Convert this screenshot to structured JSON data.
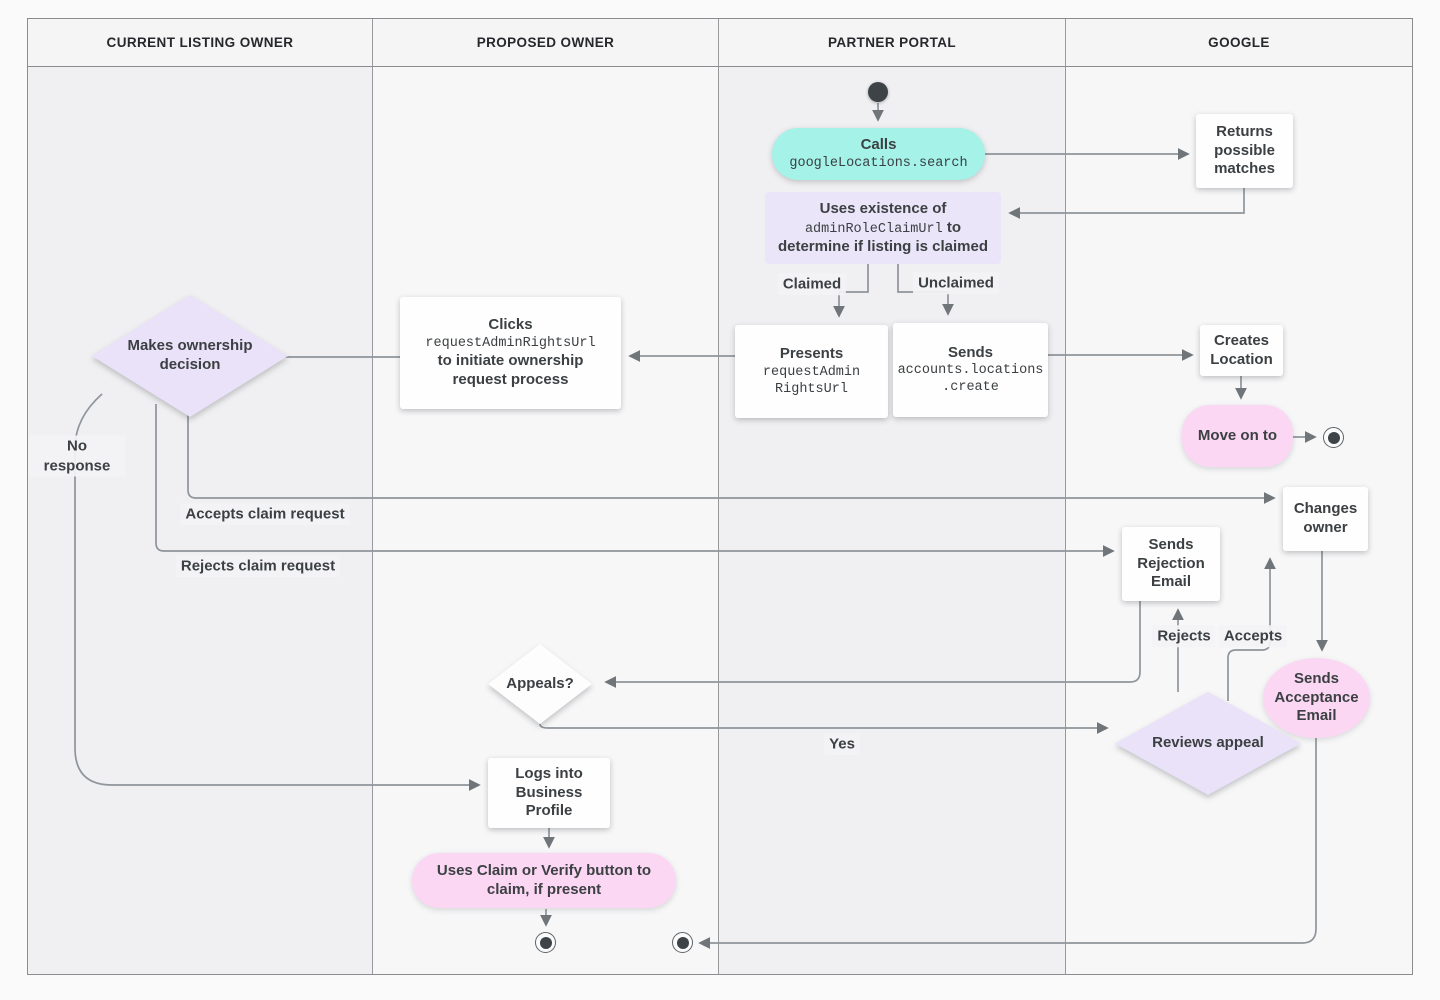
{
  "lanes": [
    {
      "label": "CURRENT LISTING OWNER"
    },
    {
      "label": "PROPOSED OWNER"
    },
    {
      "label": "PARTNER PORTAL"
    },
    {
      "label": "GOOGLE"
    }
  ],
  "nodes": {
    "calls": {
      "title": "Calls",
      "code": "googleLocations.search"
    },
    "returns_matches": {
      "label": "Returns possible matches"
    },
    "uses_existence": {
      "line1": "Uses existence of",
      "code": "adminRoleClaimUrl",
      "suffix": "to",
      "line2": "determine if listing is claimed"
    },
    "presents": {
      "title": "Presents",
      "code1": "requestAdmin",
      "code2": "RightsUrl"
    },
    "sends_create": {
      "title": "Sends",
      "code1": "accounts.locations",
      "code2": ".create"
    },
    "creates_location": {
      "label": "Creates Location"
    },
    "move_on": {
      "label": "Move on to"
    },
    "clicks": {
      "title": "Clicks",
      "code": "requestAdminRightsUrl",
      "line2": "to initiate ownership",
      "line3": "request process"
    },
    "makes_decision": {
      "label": "Makes ownership decision"
    },
    "changes_owner": {
      "label": "Changes owner"
    },
    "sends_rejection": {
      "label": "Sends Rejection Email"
    },
    "sends_acceptance": {
      "label": "Sends Acceptance Email"
    },
    "reviews_appeal": {
      "label": "Reviews appeal"
    },
    "appeals": {
      "label": "Appeals?"
    },
    "logs_in": {
      "label": "Logs into Business Profile"
    },
    "uses_claim": {
      "label": "Uses Claim or Verify button to claim, if present"
    }
  },
  "edge_labels": {
    "claimed": "Claimed",
    "unclaimed": "Unclaimed",
    "no_response": "No response",
    "accepts_claim": "Accepts claim request",
    "rejects_claim": "Rejects claim request",
    "rejects": "Rejects",
    "accepts": "Accepts",
    "yes": "Yes"
  },
  "colors": {
    "teal": "#a4f2e8",
    "lavender": "#e9e2f8",
    "lavender_flat": "#ebe5f9",
    "pink": "#fbd7f4",
    "line": "#8f959b",
    "arrow": "#70757a",
    "text": "#3c4043",
    "lane_dark": "#f0f0f2",
    "lane_light": "#f7f7f8",
    "header_bg": "#f5f5f6",
    "border": "#8a8d90"
  }
}
